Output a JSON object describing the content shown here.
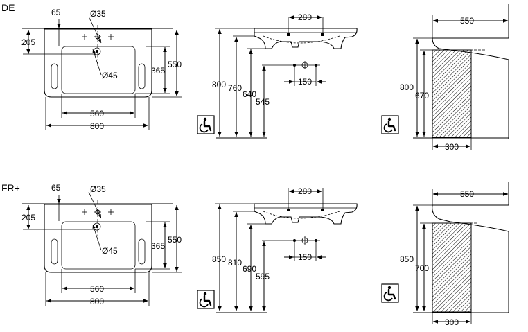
{
  "sections": [
    {
      "label": "DE",
      "top_view": {
        "tap_offset": "65",
        "tap_hole": "Ø35",
        "edge_to_tap": "205",
        "waste_hole": "Ø45",
        "bowl_depth": "365",
        "total_depth": "550",
        "bowl_width": "560",
        "total_width": "800"
      },
      "side_view": {
        "tap_spacing": "280",
        "fixing_spacing": "150",
        "height_top": "800",
        "height_bottom_edge": "760",
        "height_underside": "640",
        "height_fixing": "545"
      },
      "profile_view": {
        "projection": "550",
        "height_top": "800",
        "height_knee": "670",
        "knee_depth": "300"
      }
    },
    {
      "label": "FR+",
      "top_view": {
        "tap_offset": "65",
        "tap_hole": "Ø35",
        "edge_to_tap": "205",
        "waste_hole": "Ø45",
        "bowl_depth": "365",
        "total_depth": "550",
        "bowl_width": "560",
        "total_width": "800"
      },
      "side_view": {
        "tap_spacing": "280",
        "fixing_spacing": "150",
        "height_top": "850",
        "height_bottom_edge": "810",
        "height_underside": "690",
        "height_fixing": "595"
      },
      "profile_view": {
        "projection": "550",
        "height_top": "850",
        "height_knee": "700",
        "knee_depth": "300"
      }
    }
  ],
  "icons": {
    "accessibility": "wheelchair-icon"
  }
}
